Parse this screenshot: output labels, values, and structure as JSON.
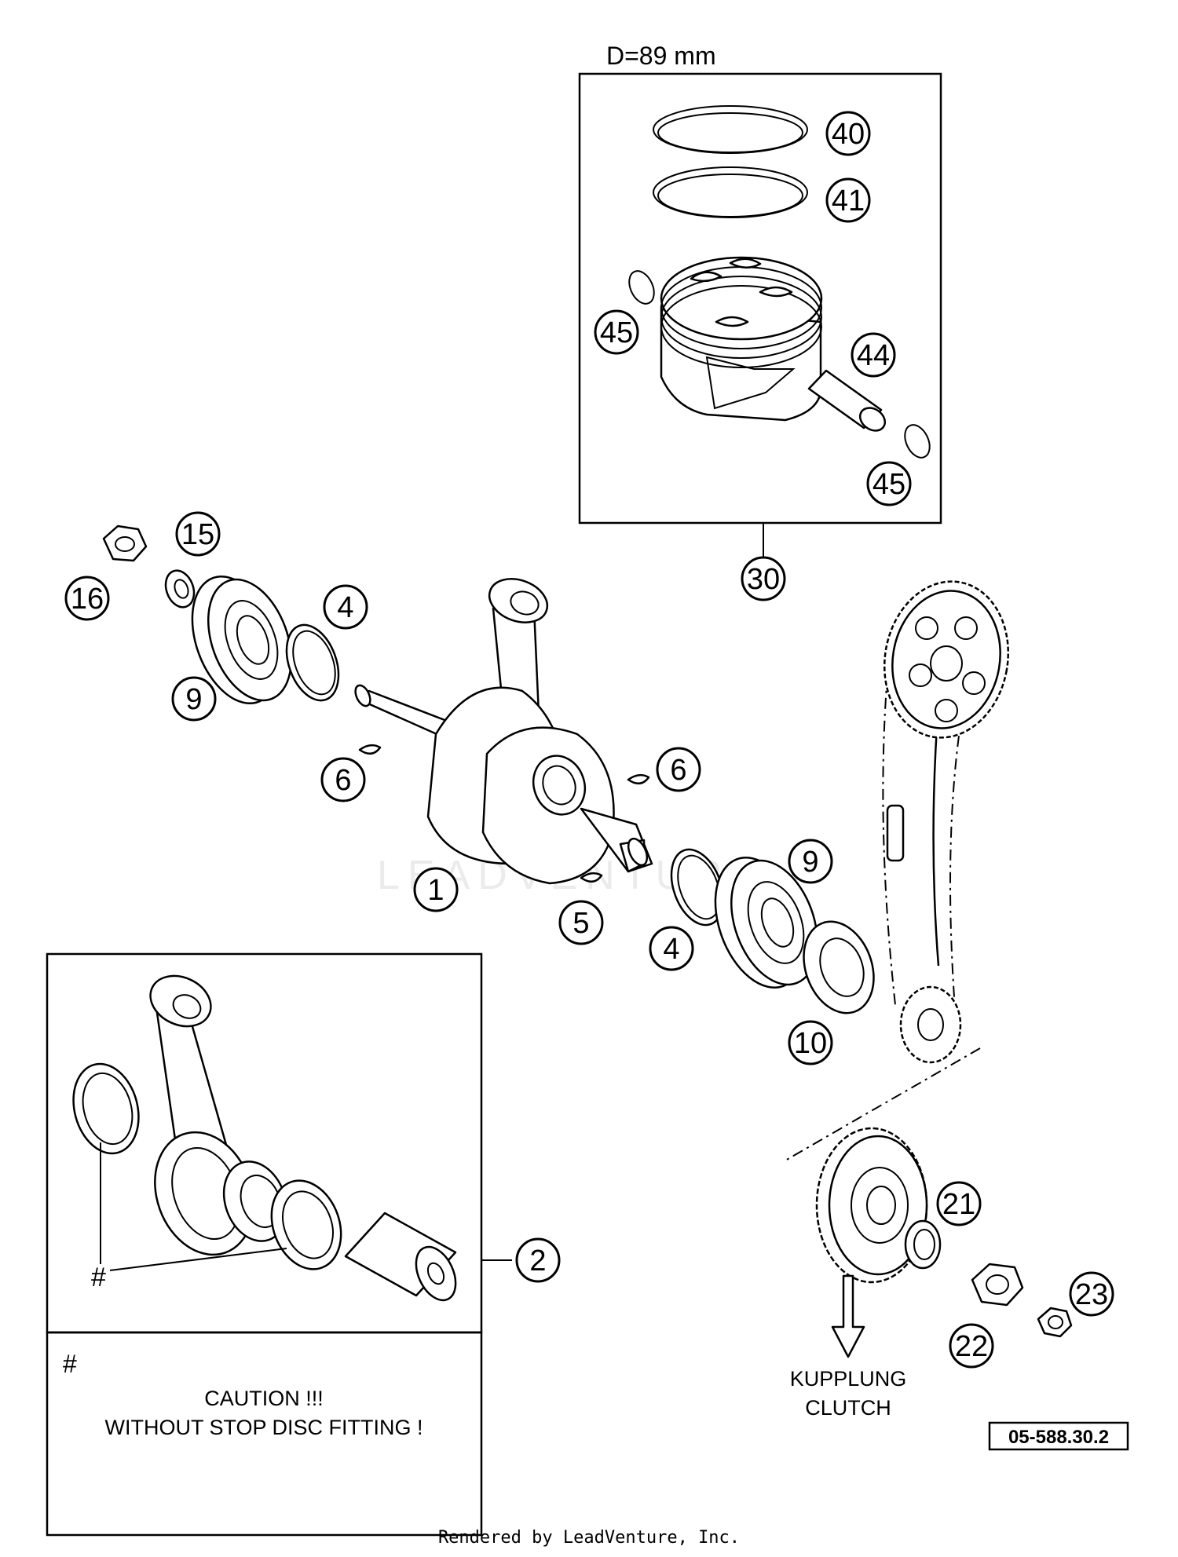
{
  "diameter_label": "D=89 mm",
  "callouts": [
    {
      "id": "c40",
      "text": "40"
    },
    {
      "id": "c41",
      "text": "41"
    },
    {
      "id": "c45a",
      "text": "45"
    },
    {
      "id": "c44",
      "text": "44"
    },
    {
      "id": "c45b",
      "text": "45"
    },
    {
      "id": "c30",
      "text": "30"
    },
    {
      "id": "c15",
      "text": "15"
    },
    {
      "id": "c16",
      "text": "16"
    },
    {
      "id": "c4a",
      "text": "4"
    },
    {
      "id": "c9a",
      "text": "9"
    },
    {
      "id": "c6a",
      "text": "6"
    },
    {
      "id": "c6b",
      "text": "6"
    },
    {
      "id": "c1",
      "text": "1"
    },
    {
      "id": "c9b",
      "text": "9"
    },
    {
      "id": "c5",
      "text": "5"
    },
    {
      "id": "c4b",
      "text": "4"
    },
    {
      "id": "c10",
      "text": "10"
    },
    {
      "id": "c2",
      "text": "2"
    },
    {
      "id": "c21",
      "text": "21"
    },
    {
      "id": "c23",
      "text": "23"
    },
    {
      "id": "c22",
      "text": "22"
    }
  ],
  "hash_mark": "#",
  "caution": {
    "hash": "#",
    "line1": "CAUTION !!!",
    "line2": "WITHOUT STOP DISC FITTING !"
  },
  "clutch": {
    "line1": "KUPPLUNG",
    "line2": "CLUTCH"
  },
  "part_code": "05-588.30.2",
  "watermark": "LEADVENTURE",
  "footer": "Rendered by LeadVenture, Inc."
}
